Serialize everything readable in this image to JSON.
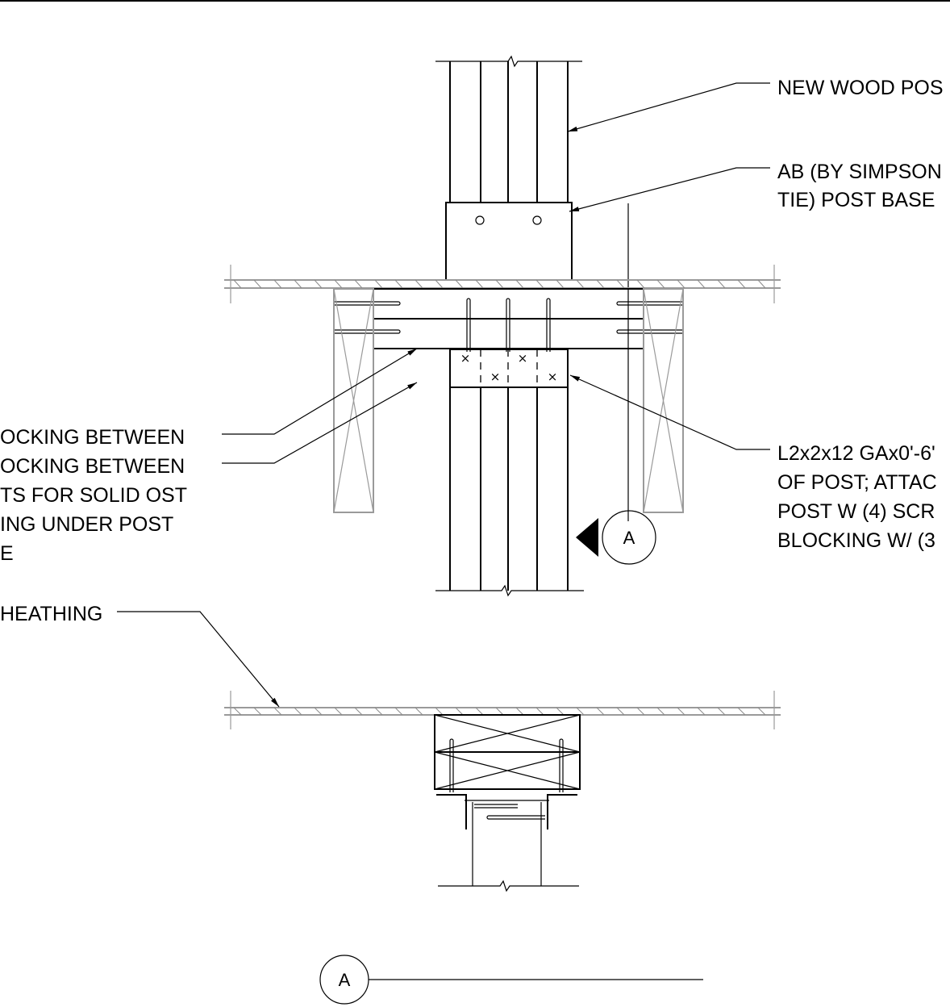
{
  "notes": {
    "new_wood_post": "NEW WOOD POS",
    "post_base_1": "AB (BY SIMPSON",
    "post_base_2": "TIE) POST BASE",
    "left_1": "OCKING BETWEEN",
    "left_2": "OCKING BETWEEN",
    "left_3": "TS FOR SOLID OST",
    "left_4": "ING UNDER POST",
    "left_5": "E",
    "sheathing": "HEATHING",
    "angle_1": "L2x2x12 GAx0'-6'",
    "angle_2": "OF POST; ATTAC",
    "angle_3": "POST W (4) SCR",
    "angle_4": "BLOCKING W/ (3"
  },
  "section_marker": {
    "label_cut": "A",
    "label_title": "A"
  }
}
